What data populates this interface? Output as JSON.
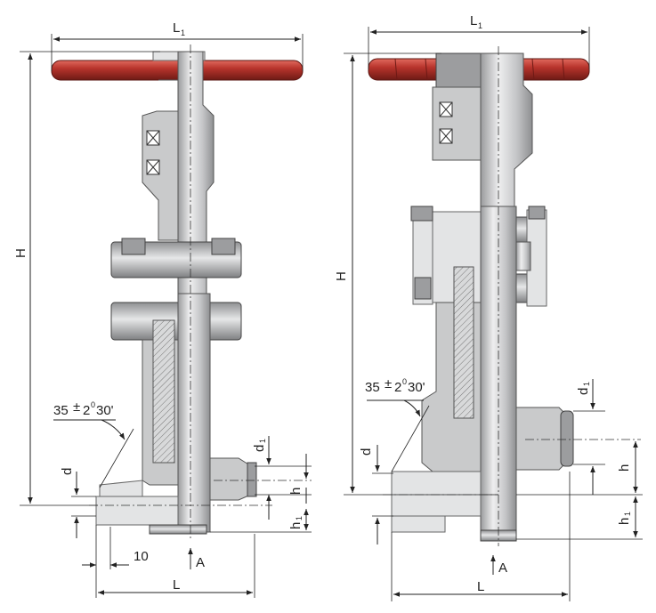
{
  "left_view": {
    "L1": "L",
    "L1_sub": "1",
    "H": "H",
    "d1": "d",
    "d1_sub": "1",
    "d": "d",
    "h": "h",
    "h1": "h",
    "h1_sub": "1",
    "angle": "35",
    "angle_pm": "±",
    "angle_tail": "2",
    "angle_deg": "0",
    "angle_min": "30'",
    "ten": "10",
    "A": "A",
    "L": "L"
  },
  "right_view": {
    "L1": "L",
    "L1_sub": "1",
    "H": "H",
    "d1": "d",
    "d1_sub": "1",
    "d": "d",
    "h": "h",
    "h1": "h",
    "h1_sub": "1",
    "angle": "35",
    "angle_pm": "±",
    "angle_tail": "2",
    "angle_deg": "0",
    "angle_min": "30'",
    "A": "A",
    "L": "L"
  },
  "colors": {
    "handwheel": "#b8342c",
    "metal": "#c9cacb",
    "line": "#222222"
  }
}
